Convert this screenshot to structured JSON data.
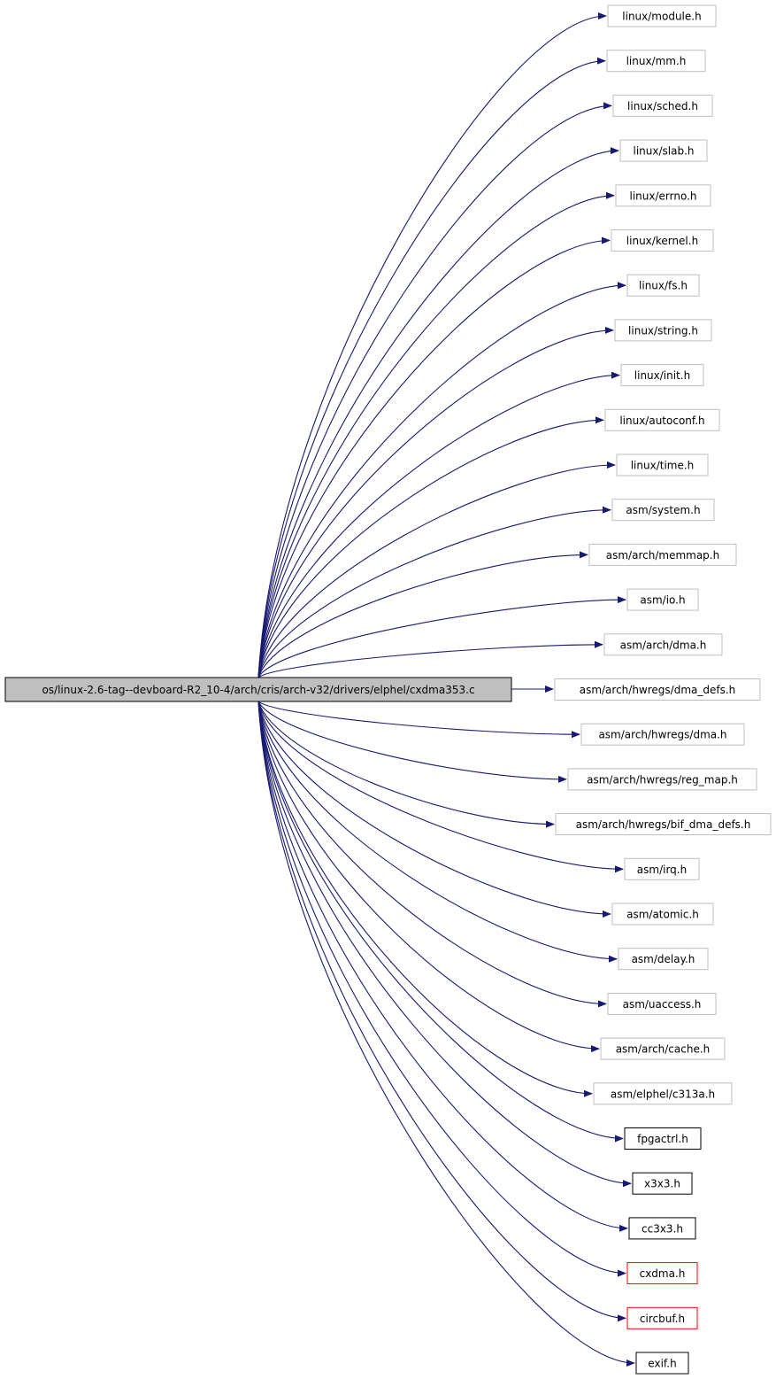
{
  "graph": {
    "source": {
      "label": "os/linux-2.6-tag--devboard-R2_10-4/arch/cris/arch-v32/drivers/elphel/cxdma353.c"
    },
    "edge_color": "#191970",
    "nodes": [
      {
        "label": "linux/module.h",
        "style": "gray"
      },
      {
        "label": "linux/mm.h",
        "style": "gray"
      },
      {
        "label": "linux/sched.h",
        "style": "gray"
      },
      {
        "label": "linux/slab.h",
        "style": "gray"
      },
      {
        "label": "linux/errno.h",
        "style": "gray"
      },
      {
        "label": "linux/kernel.h",
        "style": "gray"
      },
      {
        "label": "linux/fs.h",
        "style": "gray"
      },
      {
        "label": "linux/string.h",
        "style": "gray"
      },
      {
        "label": "linux/init.h",
        "style": "gray"
      },
      {
        "label": "linux/autoconf.h",
        "style": "gray"
      },
      {
        "label": "linux/time.h",
        "style": "gray"
      },
      {
        "label": "asm/system.h",
        "style": "gray"
      },
      {
        "label": "asm/arch/memmap.h",
        "style": "gray"
      },
      {
        "label": "asm/io.h",
        "style": "gray"
      },
      {
        "label": "asm/arch/dma.h",
        "style": "gray"
      },
      {
        "label": "asm/arch/hwregs/dma_defs.h",
        "style": "gray"
      },
      {
        "label": "asm/arch/hwregs/dma.h",
        "style": "gray"
      },
      {
        "label": "asm/arch/hwregs/reg_map.h",
        "style": "gray"
      },
      {
        "label": "asm/arch/hwregs/bif_dma_defs.h",
        "style": "gray"
      },
      {
        "label": "asm/irq.h",
        "style": "gray"
      },
      {
        "label": "asm/atomic.h",
        "style": "gray"
      },
      {
        "label": "asm/delay.h",
        "style": "gray"
      },
      {
        "label": "asm/uaccess.h",
        "style": "gray"
      },
      {
        "label": "asm/arch/cache.h",
        "style": "gray"
      },
      {
        "label": "asm/elphel/c313a.h",
        "style": "gray"
      },
      {
        "label": "fpgactrl.h",
        "style": "black"
      },
      {
        "label": "x3x3.h",
        "style": "black"
      },
      {
        "label": "cc3x3.h",
        "style": "black"
      },
      {
        "label": "cxdma.h",
        "style": "red"
      },
      {
        "label": "circbuf.h",
        "style": "red"
      },
      {
        "label": "exif.h",
        "style": "black"
      }
    ]
  }
}
